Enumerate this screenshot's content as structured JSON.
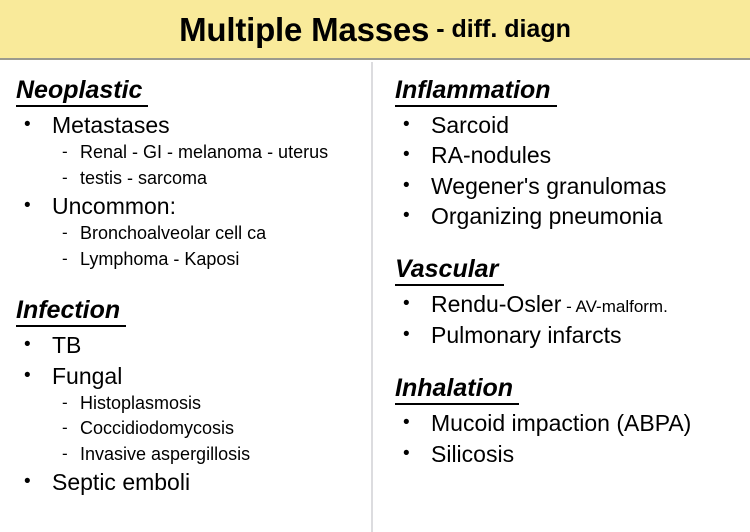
{
  "slide": {
    "title_main": "Multiple Masses",
    "title_sub": "- diff. diagn",
    "banner_color": "#f9ea9a",
    "banner_border_color": "#9b9b8e",
    "divider_color": "#dcdcdf",
    "background_color": "#ffffff",
    "text_color": "#000000",
    "bullet_glyph": "•",
    "dash_glyph": "-"
  },
  "left_column": {
    "sections": [
      {
        "heading": "Neoplastic",
        "items": [
          {
            "label": "Metastases",
            "sub": [
              "Renal - GI - melanoma - uterus",
              "testis - sarcoma"
            ]
          },
          {
            "label": "Uncommon:",
            "sub": [
              "Bronchoalveolar cell ca",
              "Lymphoma - Kaposi"
            ]
          }
        ]
      },
      {
        "heading": "Infection",
        "items": [
          {
            "label": "TB",
            "sub": []
          },
          {
            "label": "Fungal",
            "sub": [
              "Histoplasmosis",
              "Coccidiodomycosis",
              "Invasive aspergillosis"
            ]
          },
          {
            "label": "Septic emboli",
            "sub": []
          }
        ]
      }
    ]
  },
  "right_column": {
    "sections": [
      {
        "heading": "Inflammation",
        "items": [
          {
            "label": "Sarcoid",
            "suffix": "",
            "sub": []
          },
          {
            "label": "RA-nodules",
            "suffix": "",
            "sub": []
          },
          {
            "label": "Wegener's granulomas",
            "suffix": "",
            "sub": []
          },
          {
            "label": "Organizing pneumonia",
            "suffix": "",
            "sub": []
          }
        ]
      },
      {
        "heading": "Vascular",
        "items": [
          {
            "label": "Rendu-Osler",
            "suffix": " - AV-malform.",
            "sub": []
          },
          {
            "label": "Pulmonary infarcts",
            "suffix": "",
            "sub": []
          }
        ]
      },
      {
        "heading": "Inhalation",
        "items": [
          {
            "label": "Mucoid impaction (ABPA)",
            "suffix": "",
            "sub": []
          },
          {
            "label": "Silicosis",
            "suffix": "",
            "sub": []
          }
        ]
      }
    ]
  }
}
